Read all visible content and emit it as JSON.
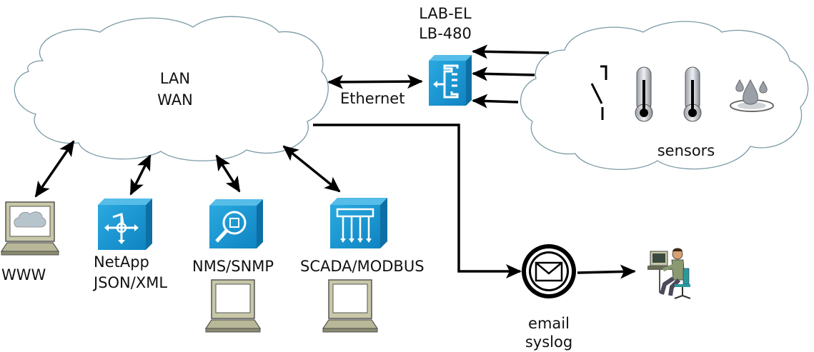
{
  "cloud": {
    "line1": "LAN",
    "line2": "WAN"
  },
  "device": {
    "line1": "LAB-EL",
    "line2": "LB-480"
  },
  "link": {
    "ethernet": "Ethernet"
  },
  "sensors": {
    "label": "sensors"
  },
  "clients": {
    "www": "WWW",
    "netapp_line1": "NetApp",
    "netapp_line2": "JSON/XML",
    "nms": "NMS/SNMP",
    "scada": "SCADA/MODBUS"
  },
  "notify": {
    "line1": "email",
    "line2": "syslog"
  },
  "colors": {
    "cloud_stroke": "#7a9aa6",
    "icon_blue": "#1798d3",
    "icon_dark": "#0d6fa3",
    "arrow": "#000000",
    "computer": "#c8c8a8"
  }
}
